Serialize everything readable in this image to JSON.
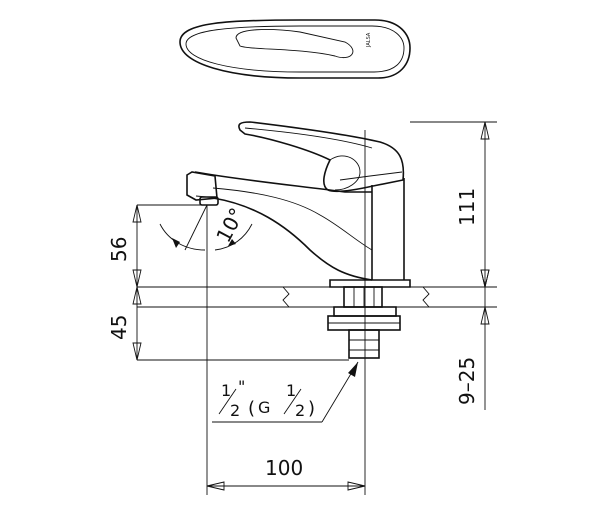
{
  "dimensions": {
    "height_total": "111",
    "height_spout": "56",
    "height_body": "45",
    "deck_thickness": "9–25",
    "reach": "100",
    "angle": "10°"
  },
  "thread": {
    "nominal_whole": "1",
    "nominal_den": "2",
    "nominal_suffix": "\"",
    "open_paren": "(",
    "g_label": "G",
    "g_whole": "1",
    "g_den": "2",
    "close_paren": ")"
  },
  "brand_mark": "JALSA",
  "colors": {
    "line": "#111111",
    "background": "#ffffff"
  }
}
